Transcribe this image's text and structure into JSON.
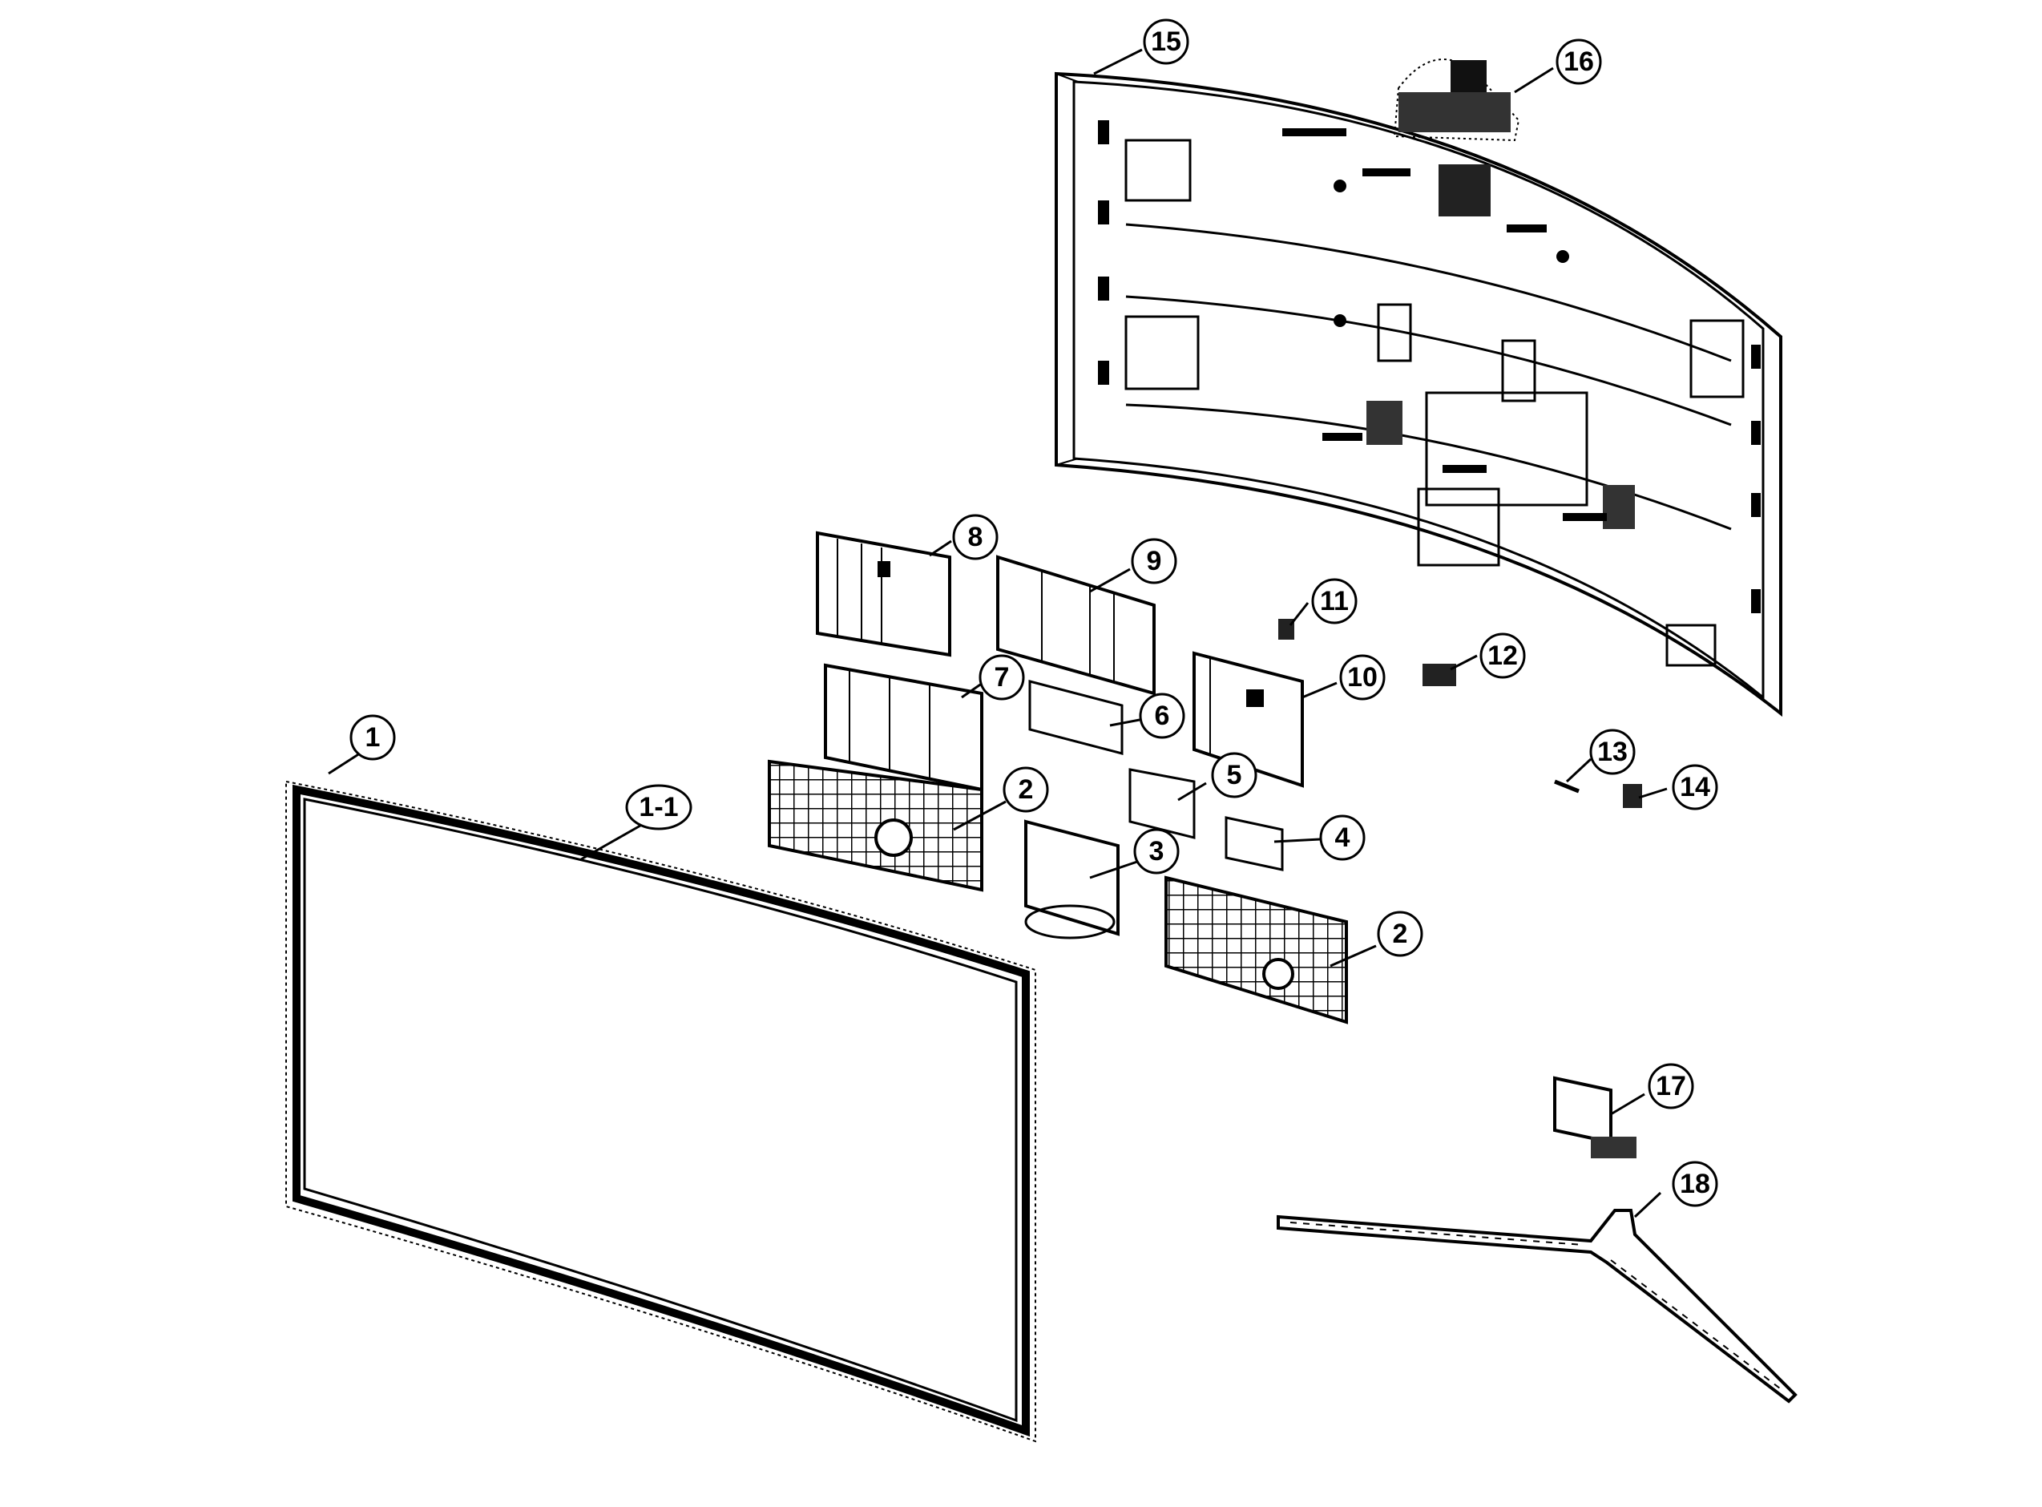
{
  "callouts": {
    "c1": "1",
    "c1_1": "1-1",
    "c2a": "2",
    "c2b": "2",
    "c3": "3",
    "c4": "4",
    "c5": "5",
    "c6": "6",
    "c7": "7",
    "c8": "8",
    "c9": "9",
    "c10": "10",
    "c11": "11",
    "c12": "12",
    "c13": "13",
    "c14": "14",
    "c15": "15",
    "c16": "16",
    "c17": "17",
    "c18": "18"
  },
  "colors": {
    "ink": "#000000",
    "paper": "#ffffff"
  }
}
